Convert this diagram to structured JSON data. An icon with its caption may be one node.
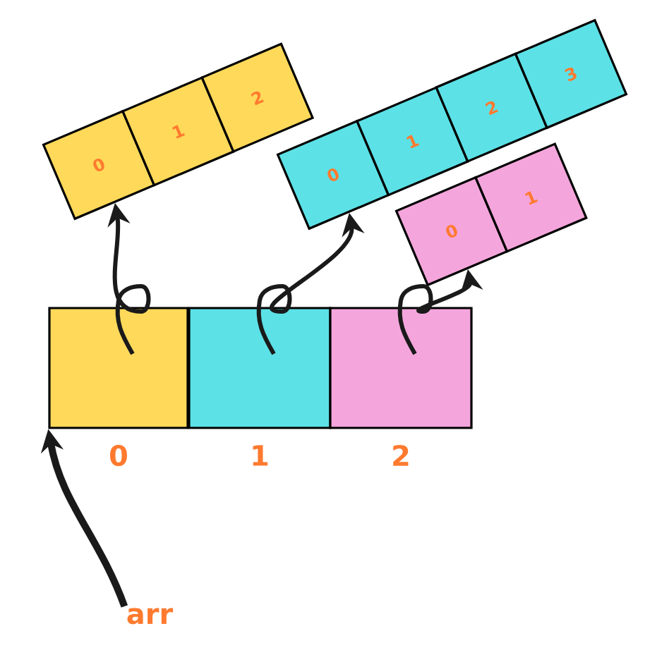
{
  "diagram": {
    "nodes": [
      {
        "text": [],
        "shape": "box",
        "beside": [
          "0"
        ]
      },
      {
        "text": [],
        "shape": "box",
        "beside": [
          "1"
        ]
      },
      {
        "text": [],
        "shape": "box",
        "beside": [
          "2"
        ]
      },
      {
        "text": [
          "0"
        ]
      },
      {
        "text": [
          "1"
        ]
      },
      {
        "text": [
          "2"
        ]
      },
      {
        "text": [
          "0"
        ]
      },
      {
        "text": [
          "1"
        ]
      },
      {
        "text": [
          "2"
        ]
      },
      {
        "text": [
          "3"
        ]
      },
      {
        "text": [
          "0"
        ]
      },
      {
        "text": [
          "1"
        ]
      },
      {
        "text": [
          "arr"
        ]
      }
    ],
    "edges": [
      {
        "from": 12,
        "to": 0,
        "arrow": "to"
      },
      {
        "from": 0,
        "to": 3,
        "arrow": "to"
      },
      {
        "from": 1,
        "to": 6,
        "arrow": "to"
      },
      {
        "from": 2,
        "to": 10,
        "arrow": "to"
      }
    ]
  }
}
